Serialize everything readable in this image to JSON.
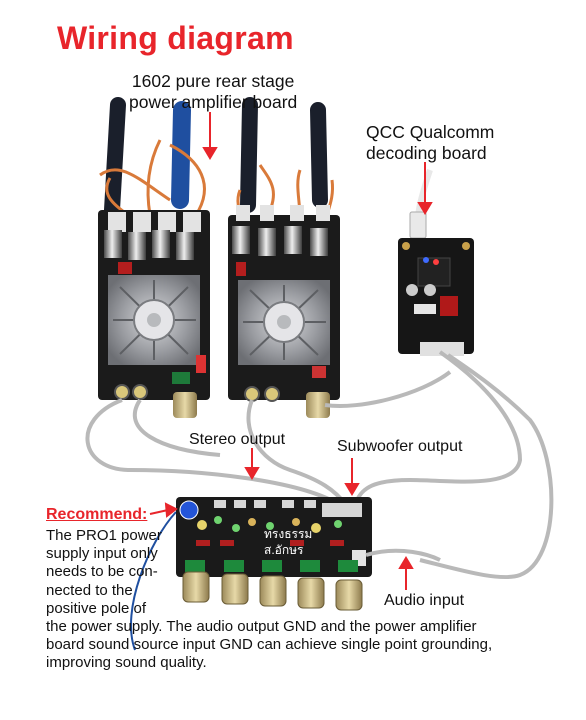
{
  "title": "Wiring diagram",
  "labels": {
    "amp_board": [
      "1602 pure rear stage",
      "power amplifier board"
    ],
    "qcc_board": [
      "QCC Qualcomm",
      "decoding board"
    ],
    "stereo_output": "Stereo output",
    "subwoofer_output": "Subwoofer output",
    "audio_input": "Audio input"
  },
  "recommend": {
    "heading": "Recommend:",
    "left_lines": [
      "The PRO1 power",
      "supply input only",
      "needs to be con-",
      "nected to the",
      "positive pole of"
    ],
    "bottom_lines": [
      "the power supply. The audio output GND and the power amplifier",
      "board sound source input GND can achieve single point grounding,",
      "improving sound quality."
    ]
  },
  "watermark": [
    "ทรงธรรม",
    "ส.อักษร"
  ],
  "colors": {
    "title": "#e8252b",
    "heatsink": "#8d8f94",
    "pcb": "#1b1b1b",
    "cable_gray": "#b9b9b9",
    "power_wire_blue": "#1f4fa0",
    "signal_wire_red": "#d97a3a"
  }
}
